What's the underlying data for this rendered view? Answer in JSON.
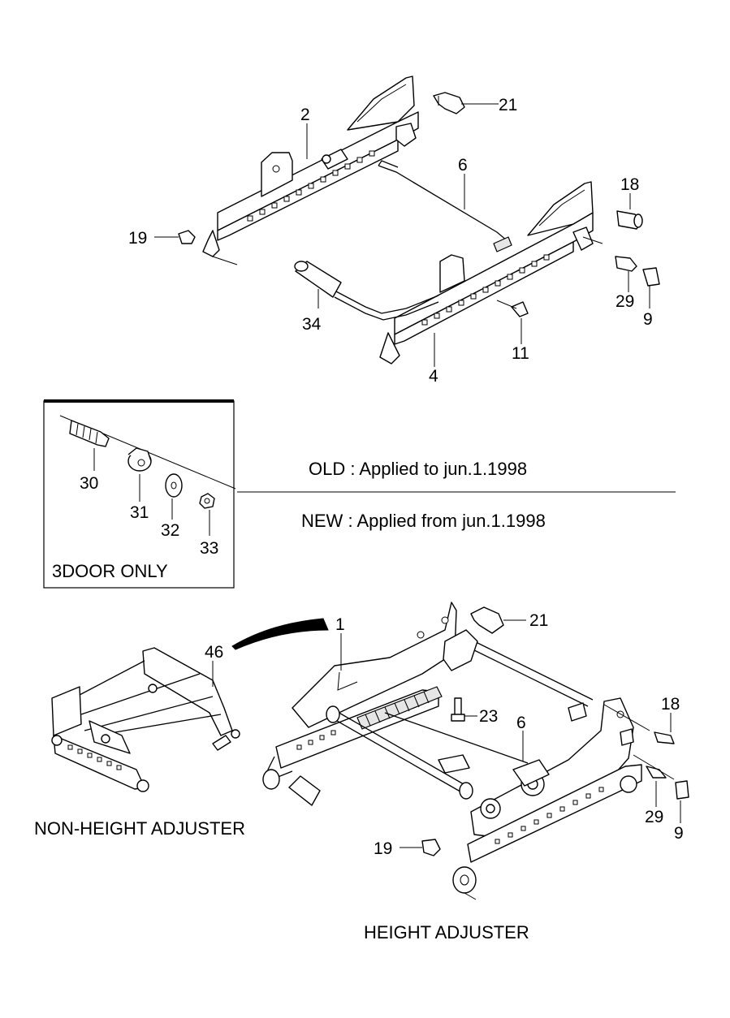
{
  "callouts": {
    "top_2": "2",
    "top_21": "21",
    "top_6": "6",
    "top_18": "18",
    "top_19": "19",
    "top_29": "29",
    "top_9": "9",
    "top_34": "34",
    "top_11": "11",
    "top_4": "4",
    "inset_30": "30",
    "inset_31": "31",
    "inset_32": "32",
    "inset_33": "33",
    "bot_1": "1",
    "bot_21": "21",
    "bot_46": "46",
    "bot_23": "23",
    "bot_6": "6",
    "bot_18": "18",
    "bot_29": "29",
    "bot_9": "9",
    "bot_19": "19"
  },
  "inset": {
    "caption": "3DOOR ONLY"
  },
  "legend": {
    "old": "OLD : Applied to jun.1.1998",
    "new": "NEW : Applied from jun.1.1998"
  },
  "captions": {
    "non_height": "NON-HEIGHT ADJUSTER",
    "height": "HEIGHT ADJUSTER"
  }
}
